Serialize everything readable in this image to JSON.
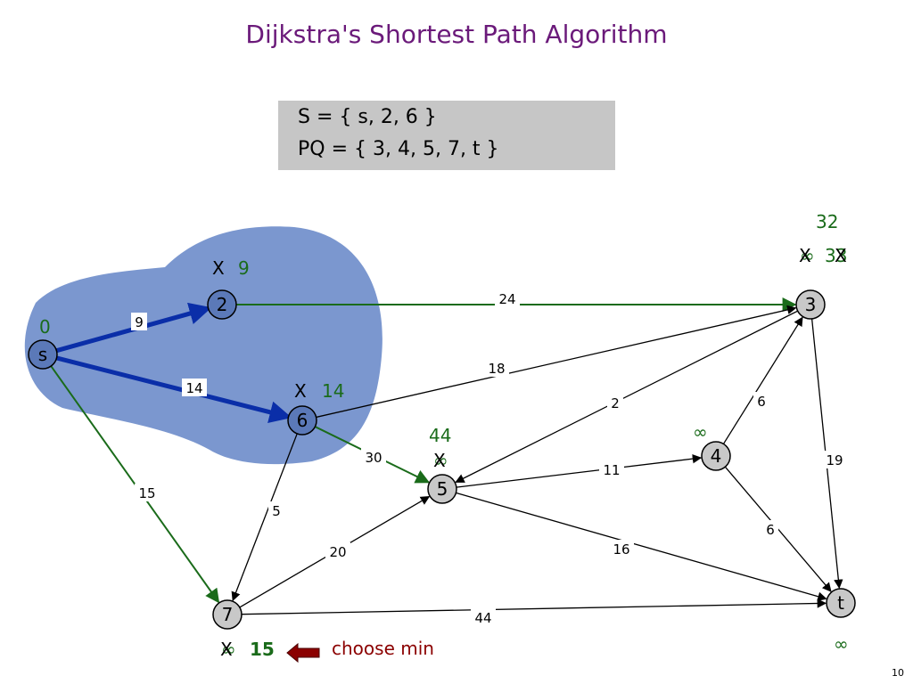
{
  "title": "Dijkstra's Shortest Path Algorithm",
  "state": {
    "S": "S = { s, 2, 6 }",
    "PQ": "PQ = { 3, 4, 5, 7, t }"
  },
  "nodes": [
    {
      "id": "s",
      "label": "s"
    },
    {
      "id": "2",
      "label": "2"
    },
    {
      "id": "6",
      "label": "6"
    },
    {
      "id": "3",
      "label": "3"
    },
    {
      "id": "4",
      "label": "4"
    },
    {
      "id": "5",
      "label": "5"
    },
    {
      "id": "7",
      "label": "7"
    },
    {
      "id": "t",
      "label": "t"
    }
  ],
  "edges": [
    {
      "from": "s",
      "to": "2",
      "weight": "9"
    },
    {
      "from": "s",
      "to": "6",
      "weight": "14"
    },
    {
      "from": "s",
      "to": "7",
      "weight": "15"
    },
    {
      "from": "2",
      "to": "3",
      "weight": "24"
    },
    {
      "from": "6",
      "to": "3",
      "weight": "18"
    },
    {
      "from": "6",
      "to": "5",
      "weight": "30"
    },
    {
      "from": "6",
      "to": "7",
      "weight": "5"
    },
    {
      "from": "3",
      "to": "5",
      "weight": "2"
    },
    {
      "from": "3",
      "to": "t",
      "weight": "19"
    },
    {
      "from": "4",
      "to": "3",
      "weight": "6"
    },
    {
      "from": "4",
      "to": "t",
      "weight": "6"
    },
    {
      "from": "5",
      "to": "4",
      "weight": "11"
    },
    {
      "from": "5",
      "to": "t",
      "weight": "16"
    },
    {
      "from": "7",
      "to": "5",
      "weight": "20"
    },
    {
      "from": "7",
      "to": "t",
      "weight": "44"
    }
  ],
  "distances": {
    "s": "0",
    "2": "9",
    "6": "14",
    "3_new": "32",
    "3_old": "33",
    "5": "44",
    "4": "∞",
    "7": "15",
    "t": "∞",
    "infinity": "∞",
    "cross": "X"
  },
  "annotation": {
    "choose_min": "choose min"
  },
  "slide_number": "10",
  "colors": {
    "title": "#6b1a7a",
    "blob": "#7b97cf",
    "tree_edge": "#0a2ea8",
    "relaxed_edge": "#1a6b1a",
    "distance_text": "#1a6b1a",
    "annotation_text": "#8b0000",
    "arrow_fill": "#8b0000",
    "node_fill": "#c8c8c8",
    "node_fill_visited": "#5b79b8",
    "state_box": "#c6c6c6"
  }
}
